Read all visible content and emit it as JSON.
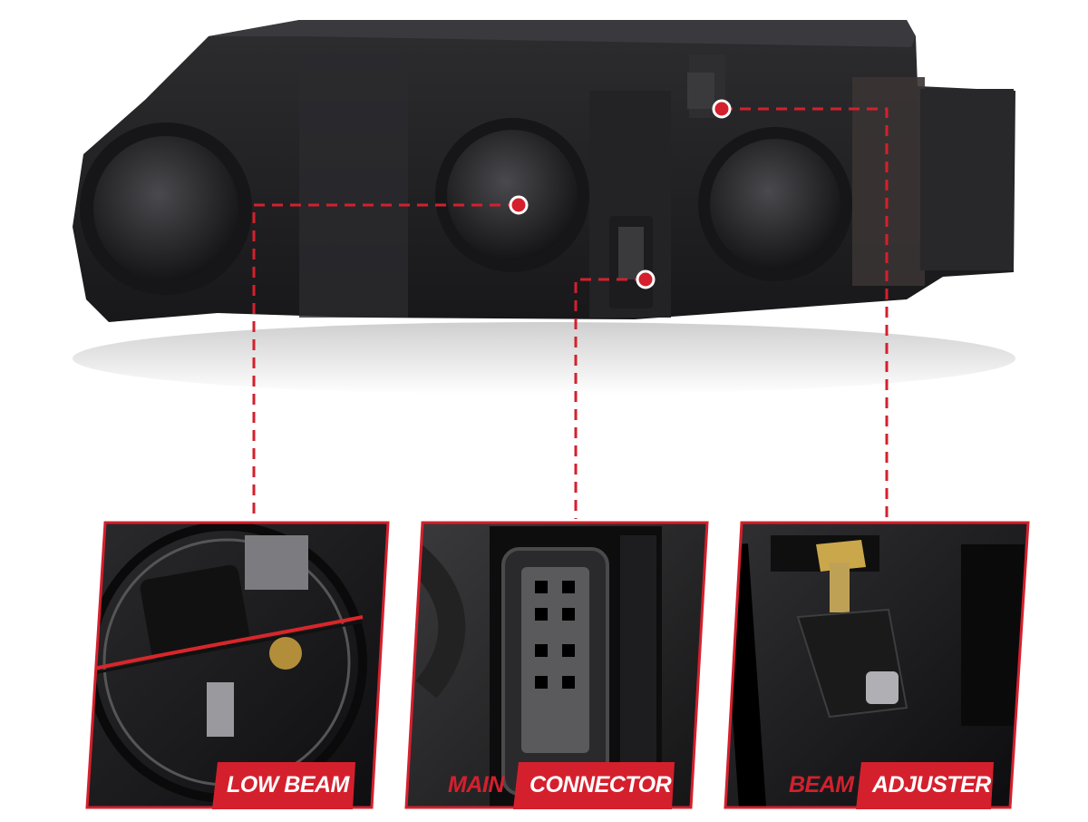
{
  "colors": {
    "accent_red": "#d4202d",
    "housing_dark": "#1f1f22",
    "background": "#ffffff"
  },
  "callouts": [
    {
      "id": "low-beam",
      "label_red": "",
      "label_white": "LOW BEAM"
    },
    {
      "id": "main-connector",
      "label_red": "MAIN",
      "label_white": "CONNECTOR"
    },
    {
      "id": "beam-adjuster",
      "label_red": "BEAM",
      "label_white": "ADJUSTER"
    }
  ]
}
